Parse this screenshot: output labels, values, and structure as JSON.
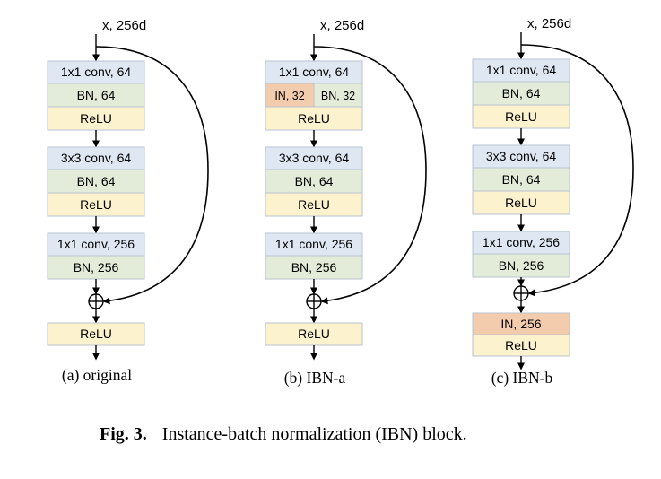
{
  "colors": {
    "conv": "#dee7f2",
    "bn": "#e2ecd8",
    "relu": "#fdf2ce",
    "in": "#f2ccad",
    "border": "#b9c3d1",
    "line": "#000000"
  },
  "blocks": [
    {
      "input_label": "x, 256d",
      "caption": "(a) original",
      "stages": [
        [
          "1x1 conv, 64",
          "BN, 64",
          "ReLU"
        ],
        [
          "3x3 conv, 64",
          "BN, 64",
          "ReLU"
        ],
        [
          "1x1 conv, 256",
          "BN, 256"
        ]
      ],
      "post_add": [
        "ReLU"
      ]
    },
    {
      "input_label": "x, 256d",
      "caption": "(b) IBN-a",
      "first_split": [
        "IN, 32",
        "BN, 32"
      ],
      "stages": [
        [
          "1x1 conv, 64",
          "",
          "ReLU"
        ],
        [
          "3x3 conv, 64",
          "BN, 64",
          "ReLU"
        ],
        [
          "1x1 conv, 256",
          "BN, 256"
        ]
      ],
      "post_add": [
        "ReLU"
      ]
    },
    {
      "input_label": "x, 256d",
      "caption": "(c) IBN-b",
      "stages": [
        [
          "1x1 conv, 64",
          "BN, 64",
          "ReLU"
        ],
        [
          "3x3 conv, 64",
          "BN, 64",
          "ReLU"
        ],
        [
          "1x1 conv, 256",
          "BN, 256"
        ]
      ],
      "post_add": [
        "IN, 256",
        "ReLU"
      ]
    }
  ],
  "figure_caption": {
    "label": "Fig. 3.",
    "text": "Instance-batch normalization (IBN) block."
  }
}
